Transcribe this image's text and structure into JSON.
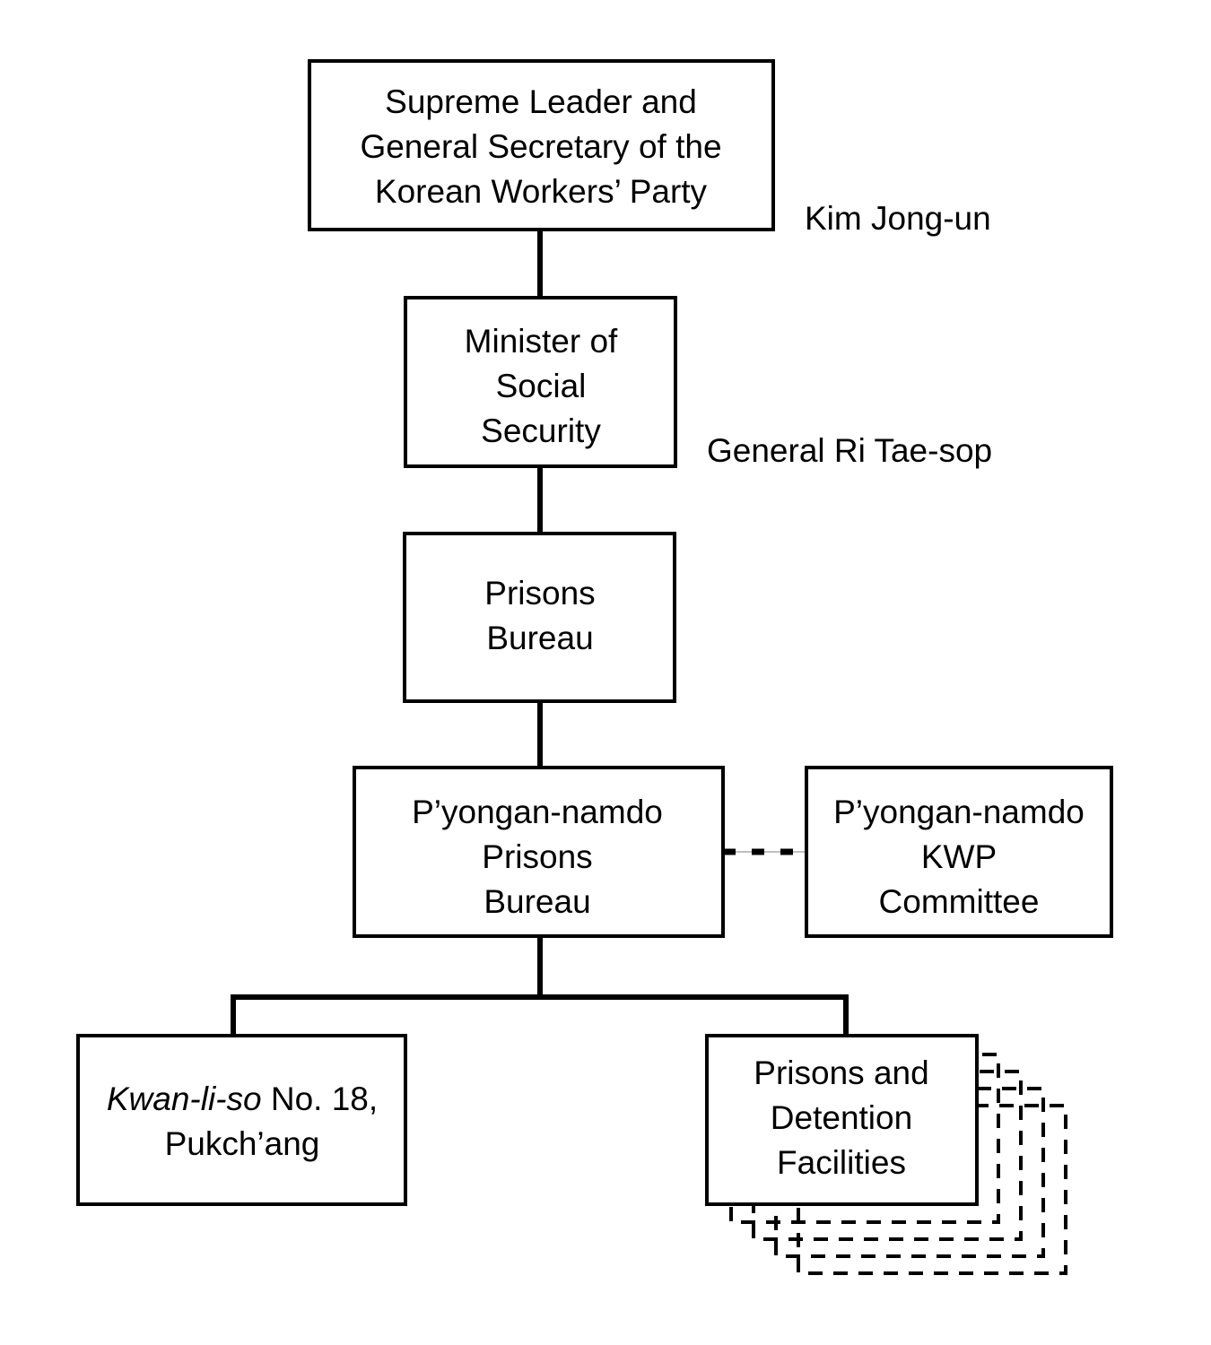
{
  "nodes": {
    "supreme_leader": {
      "lines": [
        "Supreme Leader and",
        "General Secretary of the",
        "Korean Workers’ Party"
      ],
      "person": "Kim Jong-un"
    },
    "minister": {
      "lines": [
        "Minister of",
        "Social",
        "Security"
      ],
      "person": "General Ri Tae-sop"
    },
    "prisons_bureau": {
      "lines": [
        "Prisons",
        "Bureau"
      ]
    },
    "provincial_bureau": {
      "lines": [
        "P’yongan-namdo",
        "Prisons",
        "Bureau"
      ]
    },
    "kwp_committee": {
      "lines": [
        "P’yongan-namdo",
        "KWP",
        "Committee"
      ]
    },
    "kwanliso": {
      "italic": "Kwan-li-so",
      "rest": " No. 18,",
      "line2": "Pukch’ang"
    },
    "facilities": {
      "lines": [
        "Prisons and",
        "Detention",
        "Facilities"
      ]
    }
  }
}
